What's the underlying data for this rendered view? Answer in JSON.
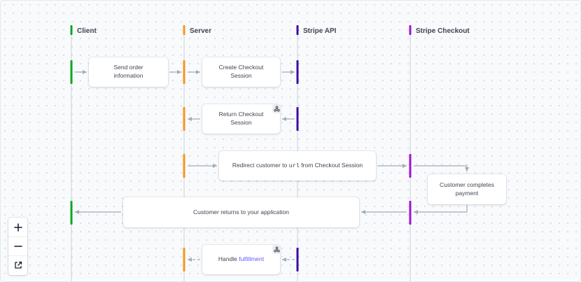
{
  "lanes": [
    {
      "title": "Client",
      "color": "#09a822"
    },
    {
      "title": "Server",
      "color": "#f5951b"
    },
    {
      "title": "Stripe API",
      "color": "#3a0ca3"
    },
    {
      "title": "Stripe Checkout",
      "color": "#9a16d6"
    }
  ],
  "steps": {
    "send_order": [
      "Send order",
      "information"
    ],
    "create_session": [
      "Create Checkout",
      "Session"
    ],
    "return_session": [
      "Return Checkout",
      "Session"
    ],
    "redirect": {
      "prefix": "Redirect customer to ",
      "code": "url",
      "suffix": " from Checkout Session"
    },
    "completes_payment": [
      "Customer completes",
      "payment"
    ],
    "returns": "Customer returns to your application",
    "fulfillment": {
      "prefix": "Handle ",
      "link": "fulfillment"
    }
  },
  "icons": {
    "webhook_badge": "webhook-icon",
    "zoom_in": "plus-icon",
    "zoom_out": "minus-icon",
    "open_external": "external-link-icon"
  },
  "colors": {
    "arrow": "#a3acb9",
    "text": "#414552",
    "link": "#635bff"
  }
}
